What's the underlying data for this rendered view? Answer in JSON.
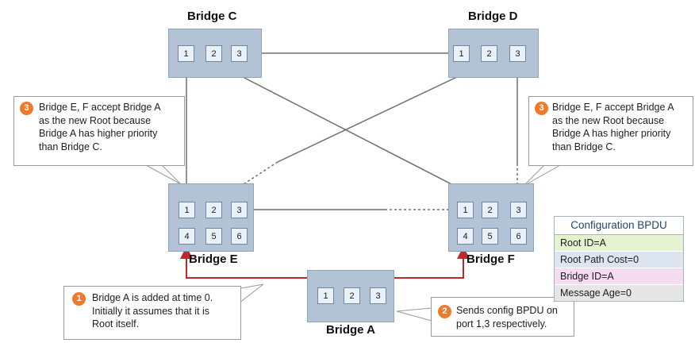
{
  "bridges": {
    "c": {
      "label": "Bridge C",
      "ports": [
        "1",
        "2",
        "3"
      ]
    },
    "d": {
      "label": "Bridge D",
      "ports": [
        "1",
        "2",
        "3"
      ]
    },
    "e": {
      "label": "Bridge E",
      "ports": [
        "1",
        "2",
        "3",
        "4",
        "5",
        "6"
      ]
    },
    "f": {
      "label": "Bridge F",
      "ports": [
        "1",
        "2",
        "3",
        "4",
        "5",
        "6"
      ]
    },
    "a": {
      "label": "Bridge A",
      "ports": [
        "1",
        "2",
        "3"
      ]
    }
  },
  "notes": {
    "left3": {
      "badge": "3",
      "lines": [
        "Bridge E, F accept Bridge A",
        "as the new Root because",
        "Bridge A has higher priority",
        "than Bridge C."
      ]
    },
    "right3": {
      "badge": "3",
      "lines": [
        "Bridge E, F accept Bridge A",
        "as the new Root because",
        "Bridge A has higher priority",
        "than Bridge C."
      ]
    },
    "note1": {
      "badge": "1",
      "lines": [
        "Bridge A is added at time 0.",
        "Initially it assumes that it is",
        "Root itself."
      ]
    },
    "note2": {
      "badge": "2",
      "lines": [
        "Sends config BPDU on",
        "port 1,3 respectively."
      ]
    }
  },
  "bpdu": {
    "title": "Configuration BPDU",
    "rows": [
      {
        "text": "Root ID=A",
        "color": "#e4f2cf"
      },
      {
        "text": "Root Path Cost=0",
        "color": "#dde6f0"
      },
      {
        "text": "Bridge ID=A",
        "color": "#f6dcf2"
      },
      {
        "text": "Message Age=0",
        "color": "#e6e6e6"
      }
    ]
  },
  "colors": {
    "bridge_fill": "#b3c3d6",
    "link": "#6e6e6e",
    "bpdu_arrow": "#c0282d",
    "badge": "#ef7a2b"
  }
}
